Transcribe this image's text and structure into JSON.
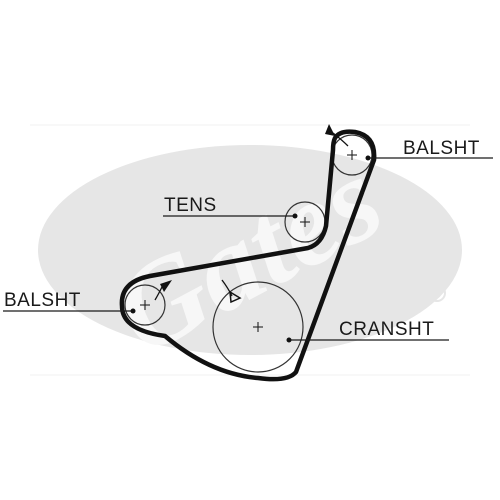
{
  "watermark": {
    "brand": "Gates",
    "registered_mark": "®",
    "color": "#e6e6e6"
  },
  "labels": {
    "balsht_top": "BALSHT",
    "tens": "TENS",
    "balsht_left": "BALSHT",
    "cranksht": "CRANSHT"
  },
  "colors": {
    "belt": "#111111",
    "text": "#1a1a1a",
    "background": "#ffffff"
  }
}
